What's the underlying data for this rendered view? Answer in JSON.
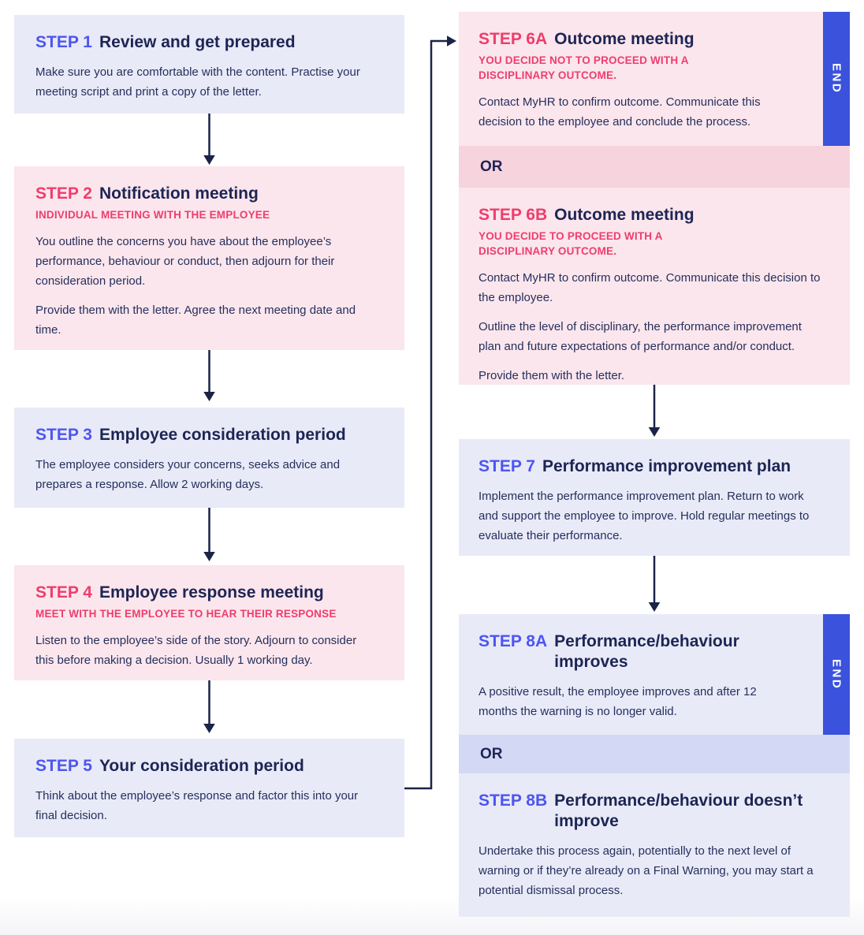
{
  "palette": {
    "accent_blue": "#4d55f0",
    "accent_pink": "#ee3d6d",
    "heading_navy": "#1d2554",
    "body_navy": "#262f5c",
    "card_lavender": "#e8eaf7",
    "card_pink": "#fbe6ed",
    "or_band_pink": "#f7d3de",
    "or_band_lavender": "#d3d9f5",
    "end_tab_blue": "#3b52dc",
    "arrow_navy": "#1b2348"
  },
  "steps": {
    "s1": {
      "label": "STEP 1",
      "title": "Review and get prepared",
      "body": [
        "Make sure you are comfortable with the content. Practise your meeting script and print a copy of the letter."
      ]
    },
    "s2": {
      "label": "STEP 2",
      "title": "Notification meeting",
      "subtitle": "INDIVIDUAL MEETING WITH THE EMPLOYEE",
      "body": [
        "You outline the concerns you have about the employee’s performance, behaviour or conduct, then adjourn for their consideration period.",
        "Provide them with the letter. Agree the next meeting date and time."
      ]
    },
    "s3": {
      "label": "STEP 3",
      "title": "Employee consideration period",
      "body": [
        "The employee considers your concerns, seeks advice and prepares a response. Allow 2 working days."
      ]
    },
    "s4": {
      "label": "STEP 4",
      "title": "Employee response meeting",
      "subtitle": "MEET WITH THE EMPLOYEE TO HEAR THEIR RESPONSE",
      "body": [
        "Listen to the employee’s side of the story.  Adjourn to consider this before making a decision. Usually 1 working day."
      ]
    },
    "s5": {
      "label": "STEP 5",
      "title": "Your consideration period",
      "body": [
        "Think about the employee’s response and factor this into your final decision."
      ]
    },
    "s6a": {
      "label": "STEP 6A",
      "title": "Outcome meeting",
      "subtitle": "YOU DECIDE NOT TO PROCEED WITH A\nDISCIPLINARY OUTCOME.",
      "end_label": "END",
      "body": [
        "Contact MyHR to confirm outcome. Communicate this decision to the employee and conclude the process."
      ]
    },
    "s6b": {
      "label": "STEP 6B",
      "title": "Outcome meeting",
      "subtitle": "YOU DECIDE TO PROCEED WITH A\nDISCIPLINARY OUTCOME.",
      "body": [
        "Contact MyHR to confirm outcome. Communicate this decision to the employee.",
        "Outline the level of disciplinary, the performance improvement plan and future expectations of performance and/or conduct.",
        "Provide them with the letter."
      ]
    },
    "s7": {
      "label": "STEP 7",
      "title": "Performance improvement plan",
      "body": [
        "Implement the performance improvement plan. Return to work and support the employee to improve. Hold regular meetings to evaluate their performance."
      ]
    },
    "s8a": {
      "label": "STEP 8A",
      "title": "Performance/behaviour improves",
      "end_label": "END",
      "body": [
        "A positive result, the employee improves and after 12 months the warning is no longer valid."
      ]
    },
    "s8b": {
      "label": "STEP 8B",
      "title": "Performance/behaviour doesn’t improve",
      "body": [
        "Undertake this process again, potentially to the next level of warning or if they’re already on a Final Warning, you may start a potential dismissal process."
      ]
    }
  },
  "separators": {
    "or_6": "OR",
    "or_8": "OR"
  }
}
